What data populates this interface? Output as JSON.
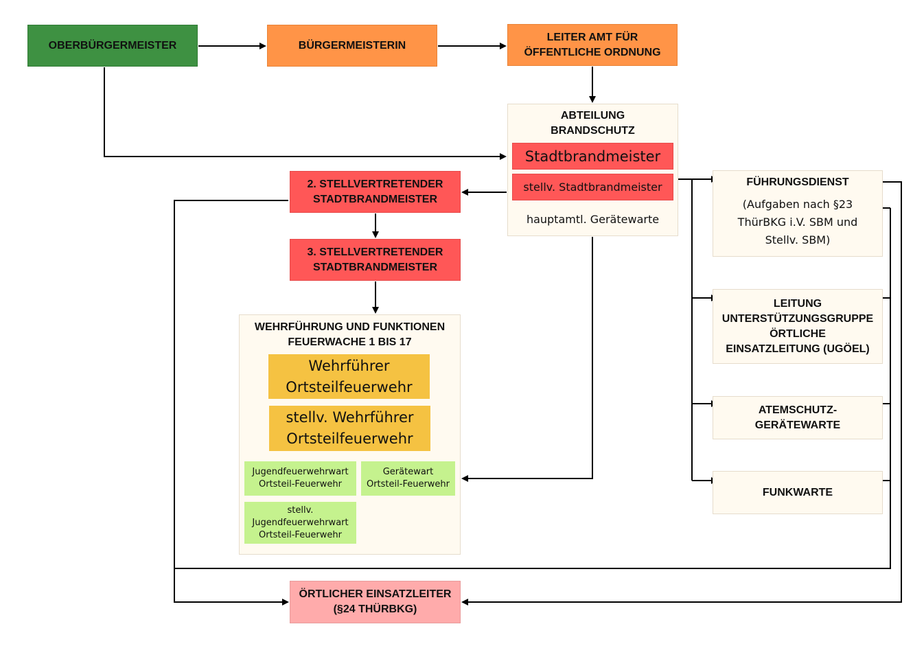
{
  "nodes": {
    "oberbuergermeister": "OBERBÜRGERMEISTER",
    "buergermeisterin": "BÜRGERMEISTERIN",
    "leiter_amt": "LEITER AMT FÜR\nÖFFENTLICHE ORDNUNG",
    "abteilung": {
      "title": "ABTEILUNG\nBRANDSCHUTZ",
      "stadtbrandmeister": "Stadtbrandmeister",
      "stellv_stadtbrandmeister": "stellv. Stadtbrandmeister",
      "geraetewarte": "hauptamtl. Gerätewarte"
    },
    "stellvertretender_2": "2. STELLVERTRETENDER\nSTADTBRANDMEISTER",
    "stellvertretender_3": "3. STELLVERTRETENDER\nSTADTBRANDMEISTER",
    "wehrfuehrung": {
      "title": "WEHRFÜHRUNG UND FUNKTIONEN\nFEUERWACHE 1 BIS 17",
      "wehrfuehrer": "Wehrführer\nOrtsteilfeuerwehr",
      "stellv_wehrfuehrer": "stellv. Wehrführer\nOrtsteilfeuerwehr",
      "jugendfeuerwehrwart": "Jugendfeuerwehrwart\nOrtsteil-Feuerwehr",
      "geraetewart": "Gerätewart\nOrtsteil-Feuerwehr",
      "stellv_jugendfeuerwehrwart": "stellv.\nJugendfeuerwehrwart\nOrtsteil-Feuerwehr"
    },
    "fuehrungsdienst": {
      "title": "FÜHRUNGSDIENST",
      "subtitle": "(Aufgaben nach §23\nThürBKG i.V. SBM und\nStellv. SBM)"
    },
    "leitung_ugoel": "LEITUNG\nUNTERSTÜTZUNGSGRUPPE\nÖRTLICHE\nEINSATZLEITUNG (UGÖEL)",
    "atemschutz": "ATEMSCHUTZ-\nGERÄTEWARTE",
    "funkwarte": "FUNKWARTE",
    "oertlicher_einsatzleiter": "ÖRTLICHER EINSATZLEITER\n(§24 THÜRBKG)"
  },
  "colors": {
    "dark_green": "#3e9142",
    "orange": "#ff9447",
    "cream": "#fffaf0",
    "red": "#ff5757",
    "pink": "#ffabab",
    "yellow": "#f5c242",
    "light_green": "#c5f28e"
  }
}
